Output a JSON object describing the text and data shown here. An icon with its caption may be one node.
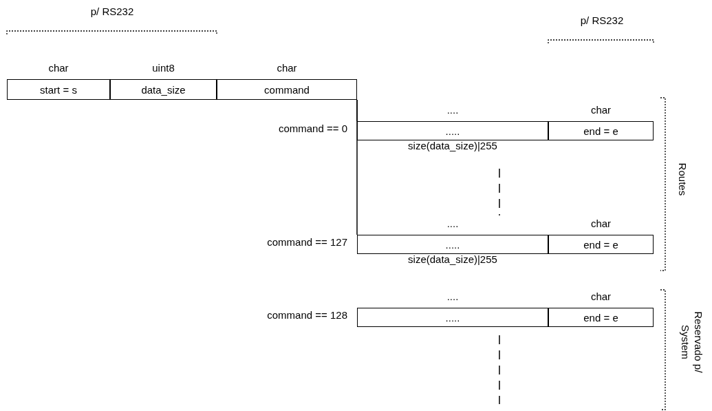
{
  "diagram": {
    "nodes": [
      {
        "text": [
          "start = s"
        ],
        "beside": [
          "char"
        ]
      },
      {
        "text": [
          "data_size"
        ],
        "beside": [
          "uint8"
        ]
      },
      {
        "text": [
          "command"
        ],
        "beside": [
          "char"
        ]
      },
      {
        "text": [
          "....."
        ],
        "beside": [
          "....",
          "size(data_size)|255"
        ]
      },
      {
        "text": [
          "end = e"
        ],
        "beside": [
          "char"
        ]
      },
      {
        "text": [
          "....."
        ],
        "beside": [
          "....",
          "size(data_size)|255"
        ]
      },
      {
        "text": [
          "end = e"
        ],
        "beside": [
          "char"
        ]
      },
      {
        "text": [
          "....."
        ],
        "beside": [
          "...."
        ]
      },
      {
        "text": [
          "end = e"
        ],
        "beside": [
          "char"
        ]
      }
    ],
    "edges": [
      {
        "from": 2,
        "to": 3,
        "arrow": "none"
      },
      {
        "from": 2,
        "to": 5,
        "arrow": "none"
      }
    ],
    "labels": [
      "p/ RS232",
      "p/ RS232",
      "command == 0",
      "command == 127",
      "command == 128",
      "Routes",
      "Reservado p/ System"
    ]
  }
}
